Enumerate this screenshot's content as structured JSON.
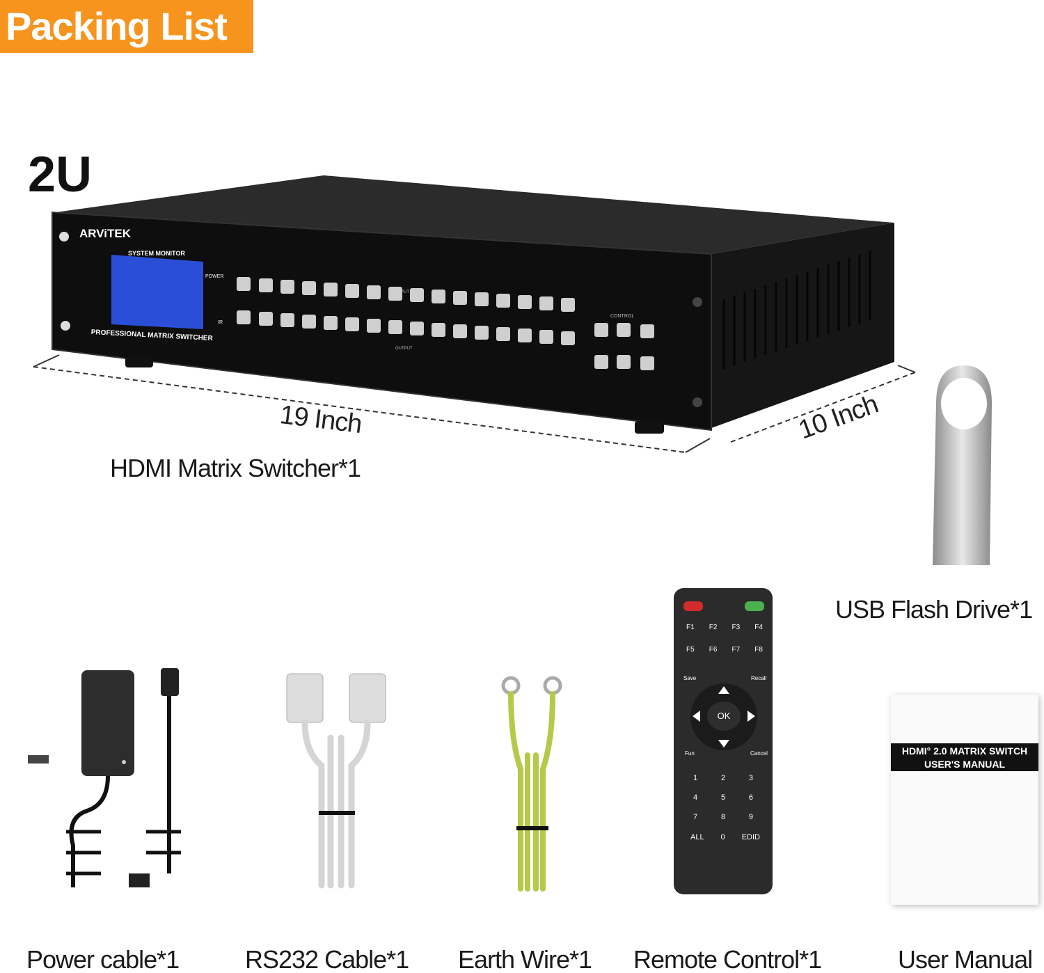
{
  "header": {
    "title": "Packing List",
    "accent": "#f7941d"
  },
  "rack_size": "2U",
  "device": {
    "brand": "ARViTEK",
    "monitor_label": "SYSTEM MONITOR",
    "power_label": "POWER",
    "ir_label": "IR",
    "switcher_label": "PROFESSIONAL MATRIX SWITCHER",
    "input_label": "INPUT",
    "output_label": "OUTPUT",
    "control_label": "CONTROL",
    "lcd_color": "#2a4fd6"
  },
  "dimensions": {
    "width": "19 Inch",
    "depth": "10 Inch"
  },
  "items": {
    "matrix": "HDMI Matrix Switcher*1",
    "usb": "USB Flash Drive*1",
    "power": "Power cable*1",
    "rs232": "RS232 Cable*1",
    "earth": "Earth Wire*1",
    "remote": "Remote Control*1",
    "manual": "User Manual"
  },
  "remote": {
    "f_row1": [
      "F1",
      "F2",
      "F3",
      "F4"
    ],
    "f_row2": [
      "F5",
      "F6",
      "F7",
      "F8"
    ],
    "save": "Save",
    "recall": "Recall",
    "ok": "OK",
    "fun": "Fun",
    "cancel": "Cancel",
    "num_row1": [
      "1",
      "2",
      "3"
    ],
    "num_row2": [
      "4",
      "5",
      "6"
    ],
    "num_row3": [
      "7",
      "8",
      "9"
    ],
    "num_row4": [
      "ALL",
      "0",
      "EDID"
    ]
  },
  "manual": {
    "cover_line1": "HDMI° 2.0 MATRIX SWITCH",
    "cover_line2": "USER'S MANUAL"
  }
}
